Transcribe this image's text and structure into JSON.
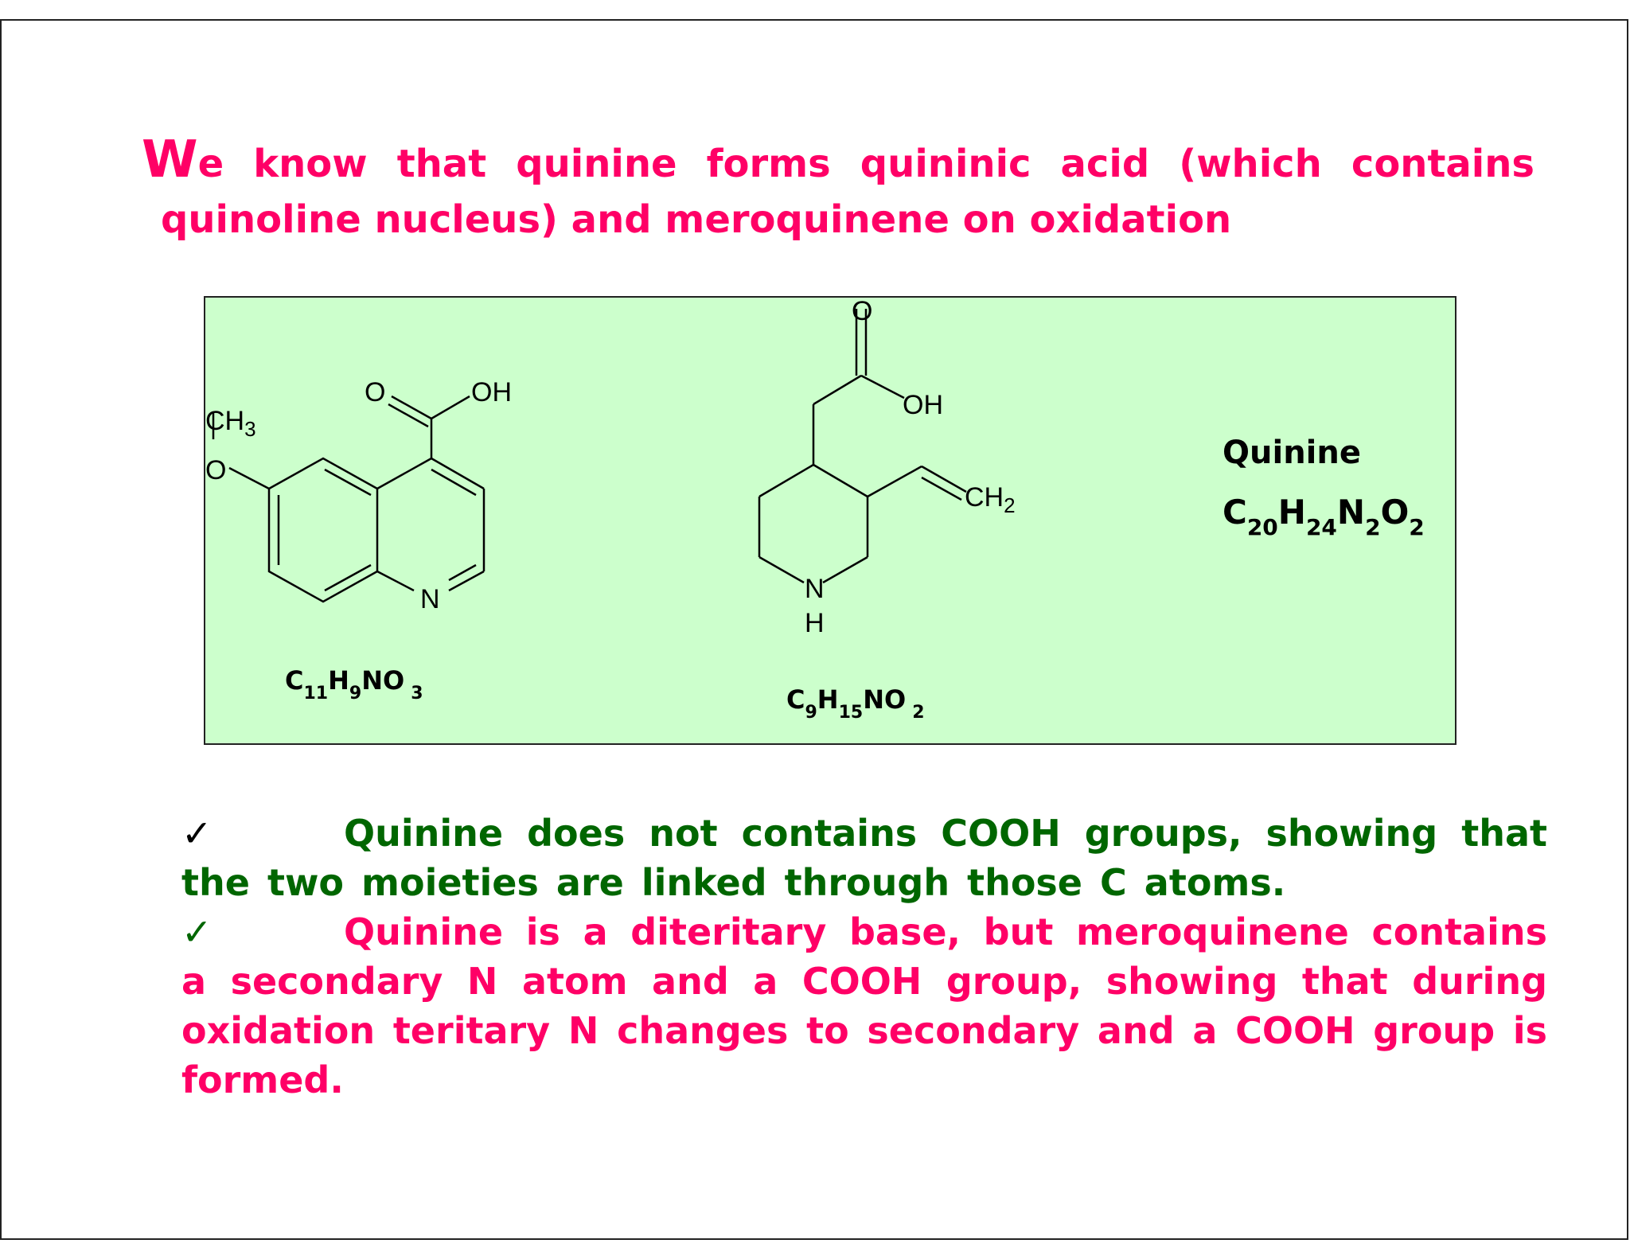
{
  "heading": {
    "initial": "W",
    "line1_rest": "e know that quinine forms quininic acid (which contains",
    "line2": "quinoline nucleus) and meroquinene on oxidation"
  },
  "panel": {
    "quininic_acid": {
      "labels": {
        "methyl": "CH",
        "methyl_sub": "3",
        "ether_o": "O",
        "carbonyl_o": "O",
        "hydroxyl": "OH",
        "ring_n": "N"
      },
      "formula": [
        "C",
        "11",
        "H",
        "9",
        "NO",
        "3"
      ]
    },
    "meroquinene": {
      "labels": {
        "carbonyl_o": "O",
        "hydroxyl": "OH",
        "vinyl": "CH",
        "vinyl_sub": "2",
        "ring_n": "N",
        "ring_h": "H"
      },
      "formula": [
        "C",
        "9",
        "H",
        "15",
        "NO",
        "2"
      ]
    },
    "quinine": {
      "name": "Quinine",
      "formula": [
        "C",
        "20",
        "H",
        "24",
        "N",
        "2",
        "O",
        "2"
      ]
    }
  },
  "notes": {
    "check_mark": "✓",
    "point1": "Quinine does not contains COOH groups, showing that the two moieties are linked through those C atoms.",
    "point2": "Quinine is a diteritary base, but meroquinene contains a secondary N atom and a COOH group, showing that during oxidation teritary N changes to secondary and a COOH group is formed."
  },
  "colors": {
    "heading": "#ff0066",
    "panel_bg": "#ccffcc",
    "point1": "#006600",
    "point2": "#ff0066"
  }
}
